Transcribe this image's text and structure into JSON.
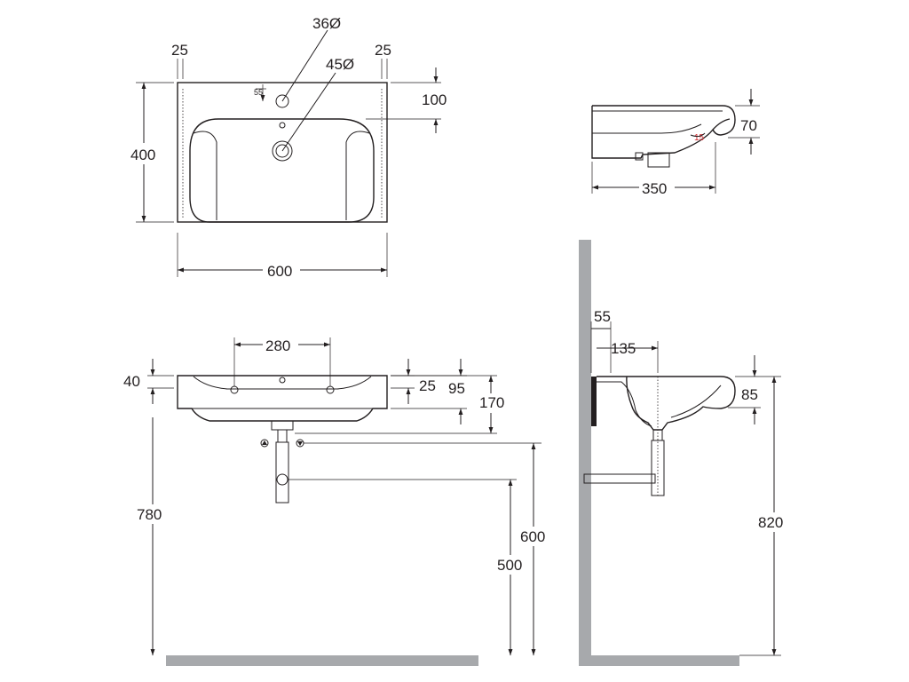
{
  "top_view": {
    "dim_hole_small": "36Ø",
    "dim_hole_large": "45Ø",
    "dim_left_margin": "25",
    "dim_right_margin": "25",
    "dim_tap_offset": "55",
    "dim_back_depth": "100",
    "dim_depth": "400",
    "dim_width": "600"
  },
  "side_view": {
    "dim_rim": "70",
    "dim_depth": "350",
    "dim_angle": "15"
  },
  "front_view": {
    "dim_hole_spacing": "280",
    "dim_rim_thickness": "40",
    "dim_rim_inner": "25",
    "dim_bowl": "95",
    "dim_total_height": "170",
    "dim_floor_to_top": "780",
    "dim_trap_top": "600",
    "dim_trap_outlet": "500"
  },
  "wall_view": {
    "dim_bracket": "55",
    "dim_waste_offset": "135",
    "dim_rim": "85",
    "dim_floor_to_top": "820"
  }
}
